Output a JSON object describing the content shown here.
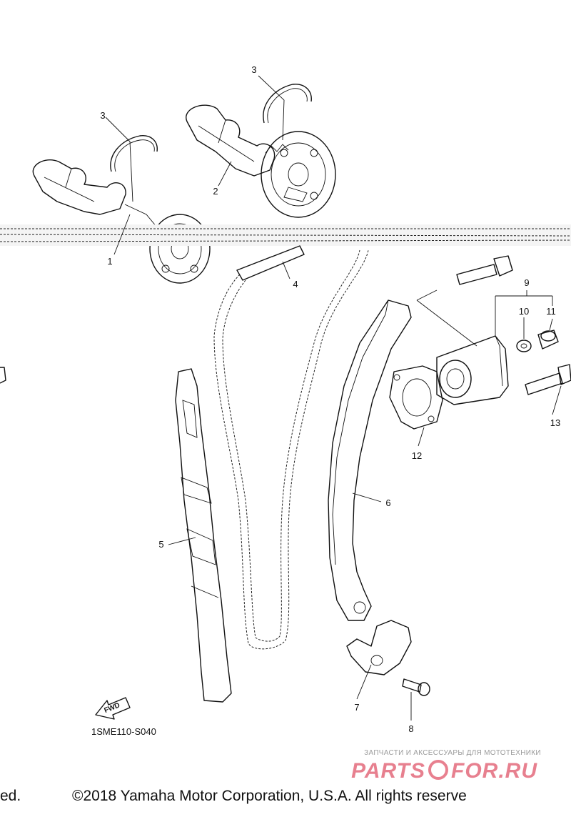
{
  "diagram": {
    "code": "1SME110-S040",
    "fwd_label": "FWD",
    "callouts": [
      "1",
      "2",
      "3",
      "3",
      "4",
      "5",
      "6",
      "7",
      "8",
      "9",
      "10",
      "11",
      "12",
      "13"
    ]
  },
  "watermark": {
    "tagline": "ЗАПЧАСТИ И АКСЕССУАРЫ ДЛЯ МОТОТЕХНИКИ",
    "logo_left": "PARTS",
    "logo_right": "FOR.RU",
    "logo_color": "#e0566a"
  },
  "footer": {
    "left_fragment": "ed.",
    "copyright": "©2018 Yamaha Motor Corporation, U.S.A. All rights reserve"
  }
}
